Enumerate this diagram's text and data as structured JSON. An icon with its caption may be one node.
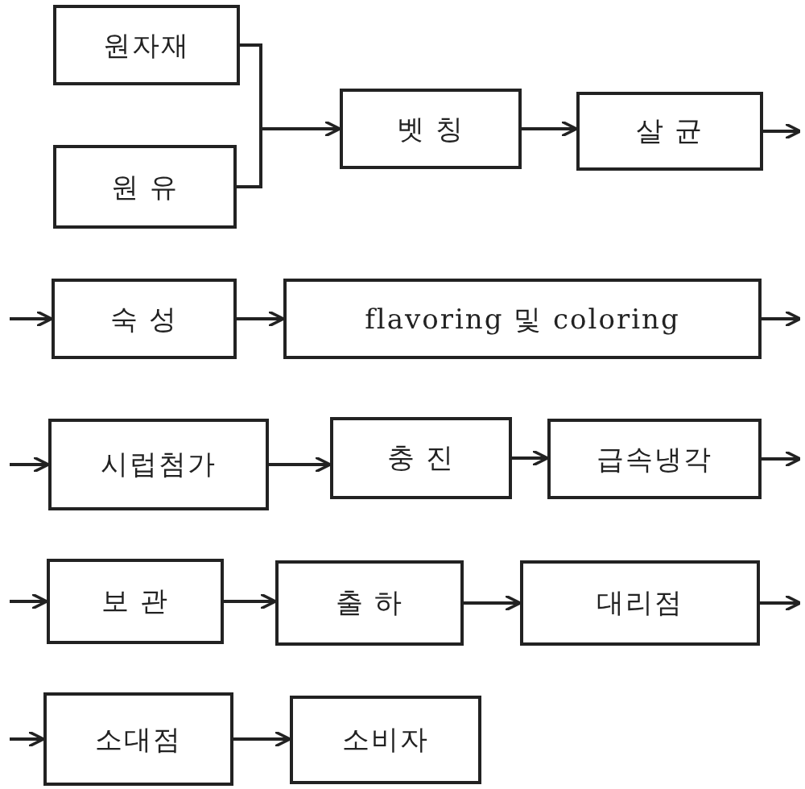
{
  "diagram": {
    "nodes": [
      {
        "text": [
          "원자재"
        ]
      },
      {
        "text": [
          "원 유"
        ]
      },
      {
        "text": [
          "벳 칭"
        ]
      },
      {
        "text": [
          "살 균"
        ]
      },
      {
        "text": [
          "숙 성"
        ]
      },
      {
        "text": [
          "flavoring 및 coloring"
        ]
      },
      {
        "text": [
          "시럽첨가"
        ]
      },
      {
        "text": [
          "충 진"
        ]
      },
      {
        "text": [
          "급속냉각"
        ]
      },
      {
        "text": [
          "보 관"
        ]
      },
      {
        "text": [
          "출 하"
        ]
      },
      {
        "text": [
          "대리점"
        ]
      },
      {
        "text": [
          "소대점"
        ]
      },
      {
        "text": [
          "소비자"
        ]
      }
    ],
    "edges": [
      {
        "from": 0,
        "to": 2,
        "arrow": "to"
      },
      {
        "from": 1,
        "to": 2,
        "arrow": "to"
      },
      {
        "from": 2,
        "to": 3,
        "arrow": "to"
      },
      {
        "from": 3,
        "to": null,
        "arrow": "to"
      },
      {
        "from": null,
        "to": 4,
        "arrow": "to"
      },
      {
        "from": 4,
        "to": 5,
        "arrow": "to"
      },
      {
        "from": 5,
        "to": null,
        "arrow": "to"
      },
      {
        "from": null,
        "to": 6,
        "arrow": "to"
      },
      {
        "from": 6,
        "to": 7,
        "arrow": "to"
      },
      {
        "from": 7,
        "to": 8,
        "arrow": "to"
      },
      {
        "from": 8,
        "to": null,
        "arrow": "to"
      },
      {
        "from": null,
        "to": 9,
        "arrow": "to"
      },
      {
        "from": 9,
        "to": 10,
        "arrow": "to"
      },
      {
        "from": 10,
        "to": 11,
        "arrow": "to"
      },
      {
        "from": 11,
        "to": null,
        "arrow": "to"
      },
      {
        "from": null,
        "to": 12,
        "arrow": "to"
      },
      {
        "from": 12,
        "to": 13,
        "arrow": "to"
      }
    ]
  }
}
